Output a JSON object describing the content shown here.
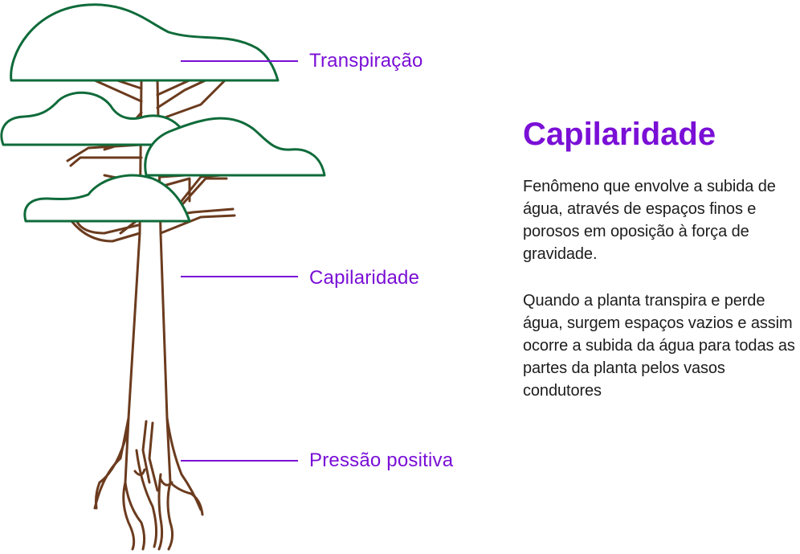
{
  "diagram": {
    "labels": {
      "transpiration": "Transpiração",
      "capillarity": "Capilaridade",
      "positive_pressure": "Pressão positiva"
    }
  },
  "info": {
    "title": "Capilaridade",
    "paragraph_1": "Fenômeno que envolve a subida de água, através de espaços finos e porosos em oposição à força de gravidade.",
    "paragraph_2": "Quando a planta transpira e perde água, surgem espaços vazios e assim ocorre a subida da água para todas as partes da planta pelos vasos condutores"
  },
  "colors": {
    "accent": "#7a0fd6",
    "foliage_outline": "#0f6b3a",
    "wood_outline": "#6b3b1e",
    "text": "#1d1d1d"
  }
}
